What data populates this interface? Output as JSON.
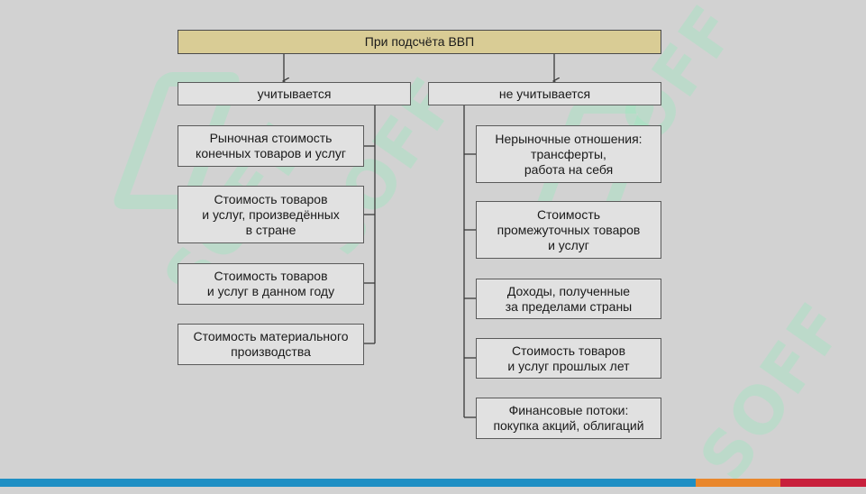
{
  "root": {
    "label": "При подсчёта ВВП"
  },
  "branches": [
    {
      "label": "учитывается",
      "items": [
        "Рыночная стоимость\nконечных товаров и услуг",
        "Стоимость товаров\nи услуг, произведённых\nв стране",
        "Стоимость товаров\nи услуг в данном году",
        "Стоимость материального\nпроизводства"
      ]
    },
    {
      "label": "не учитывается",
      "items": [
        "Нерыночные отношения:\nтрансферты,\nработа на себя",
        "Стоимость\nпромежуточных товаров\nи услуг",
        "Доходы, полученные\nза пределами страны",
        "Стоимость товаров\nи услуг прошлых лет",
        "Финансовые потоки:\nпокупка акций, облигаций"
      ]
    }
  ],
  "watermark": {
    "text": "SOFF"
  },
  "colors": {
    "background": "#d2d2d2",
    "root_fill": "#d9cc95",
    "box_fill": "#e1e1e1",
    "line": "#3a3a3a",
    "bar_blue": "#1f8fc4",
    "bar_orange": "#e9872c",
    "bar_red": "#c8203c"
  }
}
